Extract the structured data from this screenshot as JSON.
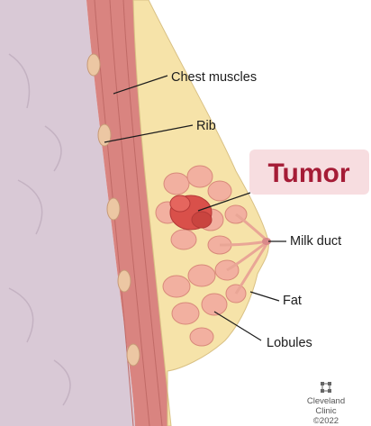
{
  "labels": {
    "chest_muscles": "Chest muscles",
    "rib": "Rib",
    "tumor": "Tumor",
    "milk_duct": "Milk duct",
    "fat": "Fat",
    "lobules": "Lobules"
  },
  "credit": {
    "line1": "Cleveland",
    "line2": "Clinic",
    "copyright": "©2022"
  },
  "colors": {
    "tumor_text": "#a51c36",
    "tumor_box": "#f7dde0",
    "muscle": "#d98480",
    "fat": "#f6e3a9",
    "lobule": "#f2b0a0",
    "tumor_mass": "#d9504a",
    "chest_wall": "#d9c9d6"
  },
  "icons": {
    "logo": "cleveland-clinic-logo-icon"
  }
}
